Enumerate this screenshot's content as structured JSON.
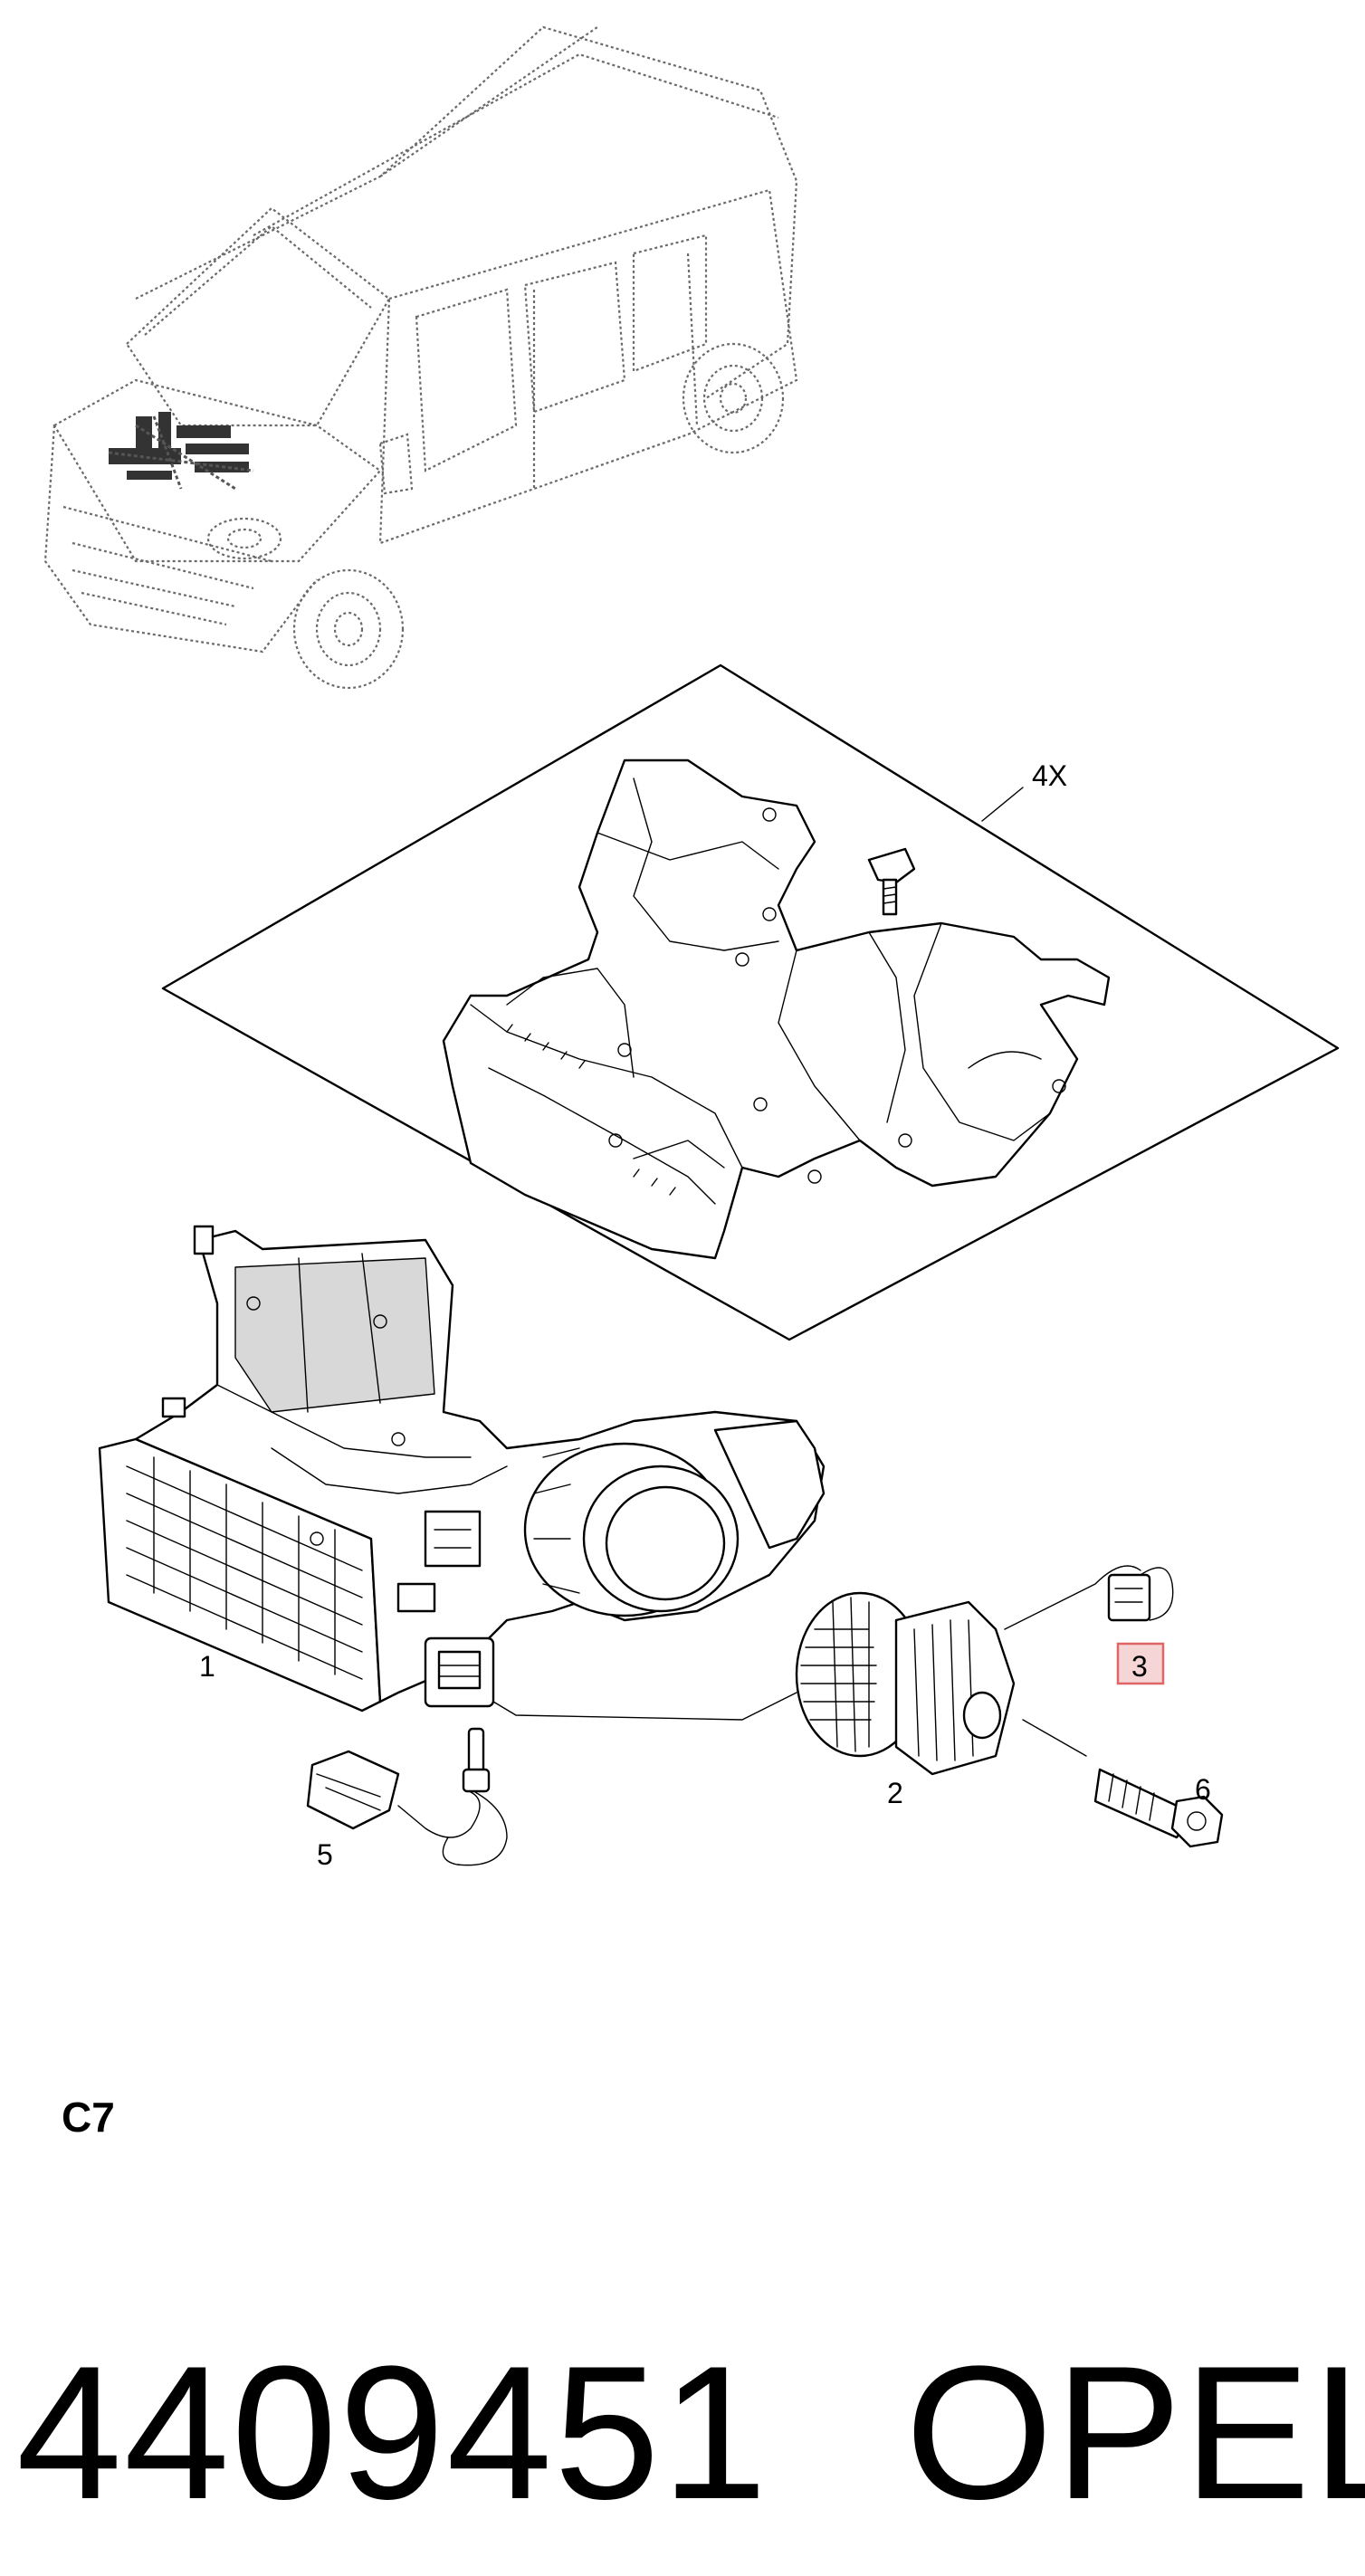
{
  "callouts": {
    "c1": "1",
    "c2": "2",
    "c3": "3",
    "c5": "5",
    "c6": "6",
    "c4x": "4X"
  },
  "section_code": "C7",
  "part_number": "4409451",
  "brand": "OPEL",
  "highlight_color": "#e06666"
}
